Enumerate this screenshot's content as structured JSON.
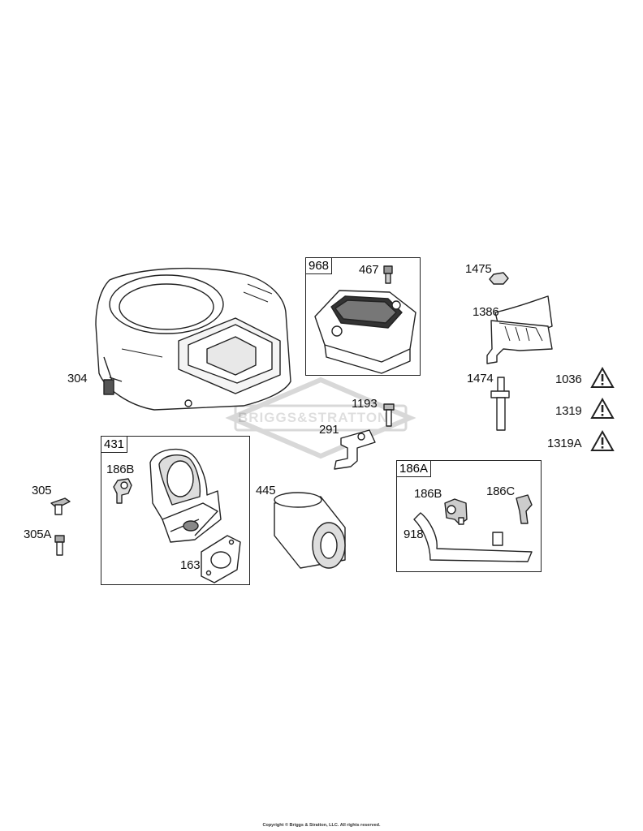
{
  "watermark": "BRIGGS&STRATTON",
  "copyright": "Copyright © Briggs & Stratton, LLC. All rights reserved.",
  "boxes": {
    "b968": "968",
    "b431": "431",
    "b186A": "186A"
  },
  "labels": {
    "l304": "304",
    "l467": "467",
    "l1475": "1475",
    "l1386": "1386",
    "l1474": "1474",
    "l1036": "1036",
    "l1319": "1319",
    "l1319A": "1319A",
    "l1193": "1193",
    "l291": "291",
    "l186B_a": "186B",
    "l305": "305",
    "l305A": "305A",
    "l163": "163",
    "l445": "445",
    "l186B_b": "186B",
    "l186C": "186C",
    "l918": "918"
  },
  "icons": [
    "warning-icon",
    "warning-icon",
    "warning-icon"
  ]
}
